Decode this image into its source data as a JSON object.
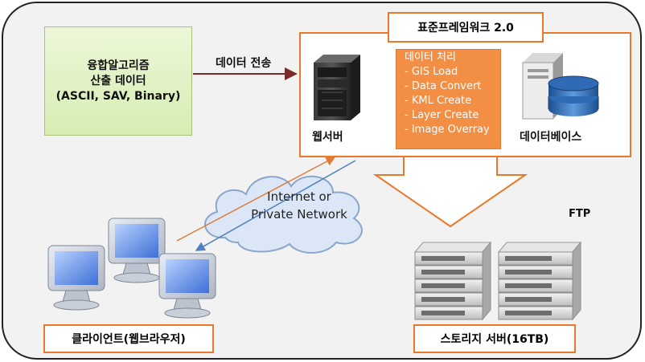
{
  "fusion": {
    "line1": "융합알고리즘",
    "line2": "산출 데이터",
    "line3": "(ASCII, SAV, Binary)"
  },
  "transfer_label": "데이터 전송",
  "framework": {
    "title": "표준프레임워크 2.0",
    "webserver_label": "웹서버",
    "processing": {
      "title": "데이터 처리",
      "items": [
        "- GIS Load",
        "- Data Convert",
        "- KML Create",
        "- Layer Create",
        "- Image Overray"
      ]
    },
    "database_label": "데이터베이스"
  },
  "cloud": {
    "line1": "Internet or",
    "line2": "Private Network"
  },
  "ftp_label": "FTP",
  "client_label": "클라이언트(웹브라우저)",
  "storage_label": "스토리지 서버(16TB)",
  "colors": {
    "frame_border": "#e9782a",
    "processing_fill": "#f28f45",
    "fusion_fill": "#e3f2c6",
    "cloud_fill": "#dbe7f7",
    "line_orange": "#e07b39",
    "line_blue": "#4f7fbf"
  }
}
